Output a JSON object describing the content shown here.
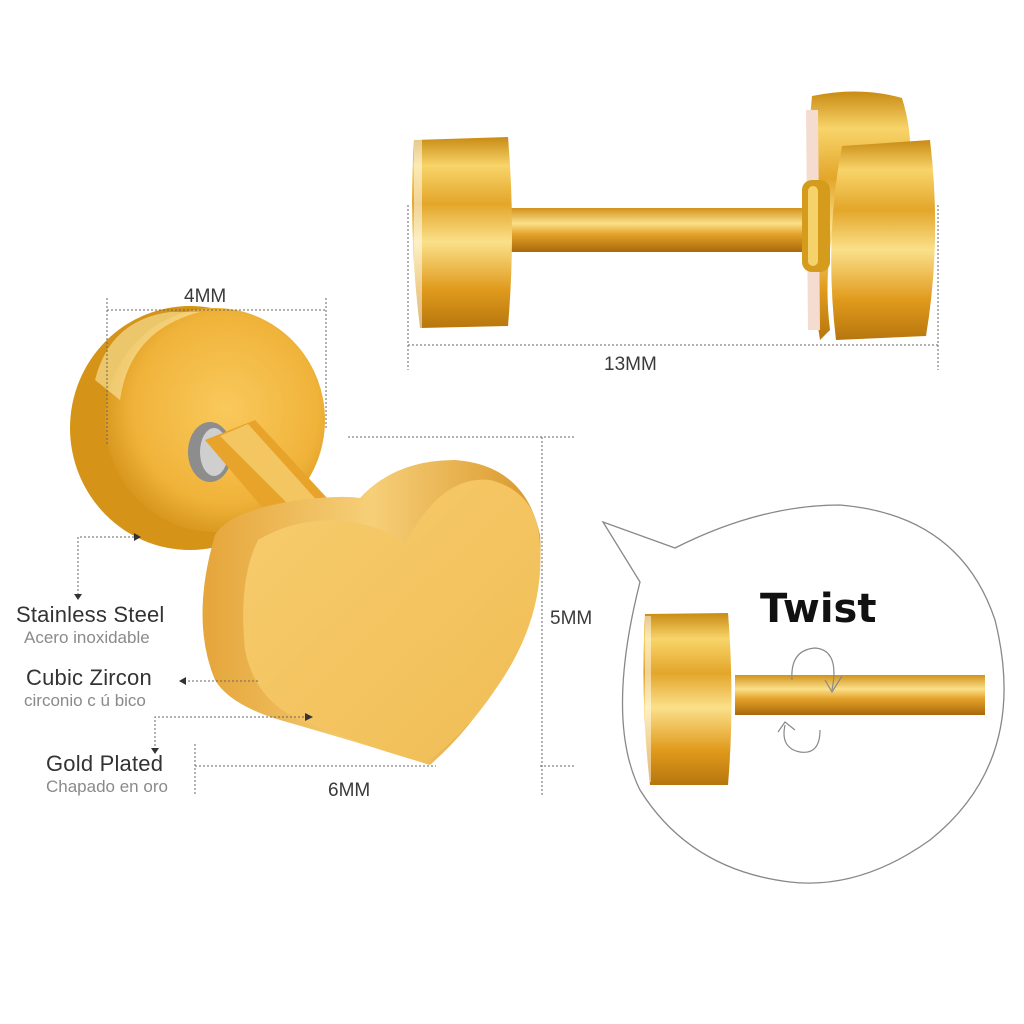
{
  "dimensions": {
    "top_length": "13MM",
    "cap_width": "4MM",
    "heart_height": "5MM",
    "heart_width": "6MM"
  },
  "materials": [
    {
      "name": "Stainless Steel",
      "translation": "Acero inoxidable"
    },
    {
      "name": "Cubic Zircon",
      "translation": "circonio c ú bico"
    },
    {
      "name": "Gold Plated",
      "translation": "Chapado en oro"
    }
  ],
  "callout": {
    "title": "Twist"
  },
  "colors": {
    "gold_light": "#f7c95a",
    "gold_mid": "#e8a623",
    "gold_dark": "#b7760e",
    "heart_face": "#f6c867",
    "dim_line": "#555555",
    "bubble_outline": "#888888"
  }
}
